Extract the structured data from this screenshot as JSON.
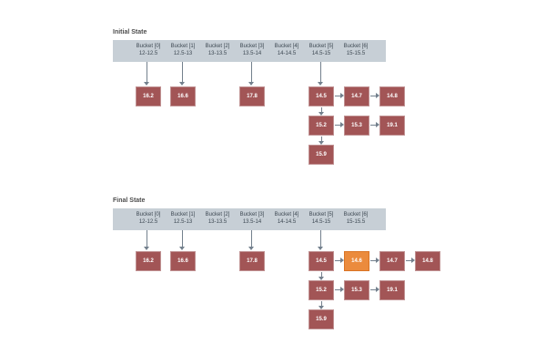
{
  "colors": {
    "header_bg": "#c7cfd6",
    "header_text": "#3e4953",
    "title_text": "#4d4d4d",
    "arrow": "#73808d",
    "node_fill": "#a25556",
    "node_border": "#c09192",
    "node_text": "#ffffff",
    "highlight_fill": "#eb8b3d",
    "highlight_border": "#da7425"
  },
  "buckets": [
    {
      "name": "Bucket [0]",
      "range": "12-12.5"
    },
    {
      "name": "Bucket [1]",
      "range": "12.5-13"
    },
    {
      "name": "Bucket [2]",
      "range": "13-13.5"
    },
    {
      "name": "Bucket [3]",
      "range": "13.5-14"
    },
    {
      "name": "Bucket [4]",
      "range": "14-14.5"
    },
    {
      "name": "Bucket [5]",
      "range": "14.5-15"
    },
    {
      "name": "Bucket [6]",
      "range": "15-15.5"
    }
  ],
  "initial": {
    "title": "Initial State",
    "single_nodes": [
      "16.2",
      "16.6",
      "17.8"
    ],
    "chain": {
      "rows": [
        [
          "14.5",
          "14.7",
          "14.8"
        ],
        [
          "15.2",
          "15.3",
          "19.1"
        ],
        [
          "15.9"
        ]
      ]
    }
  },
  "final": {
    "title": "Final State",
    "single_nodes": [
      "16.2",
      "16.6",
      "17.8"
    ],
    "chain": {
      "rows": [
        [
          "14.5",
          "14.6",
          "14.7",
          "14.8"
        ],
        [
          "15.2",
          "15.3",
          "19.1"
        ],
        [
          "15.9"
        ]
      ],
      "inserted_value": "14.6"
    }
  }
}
